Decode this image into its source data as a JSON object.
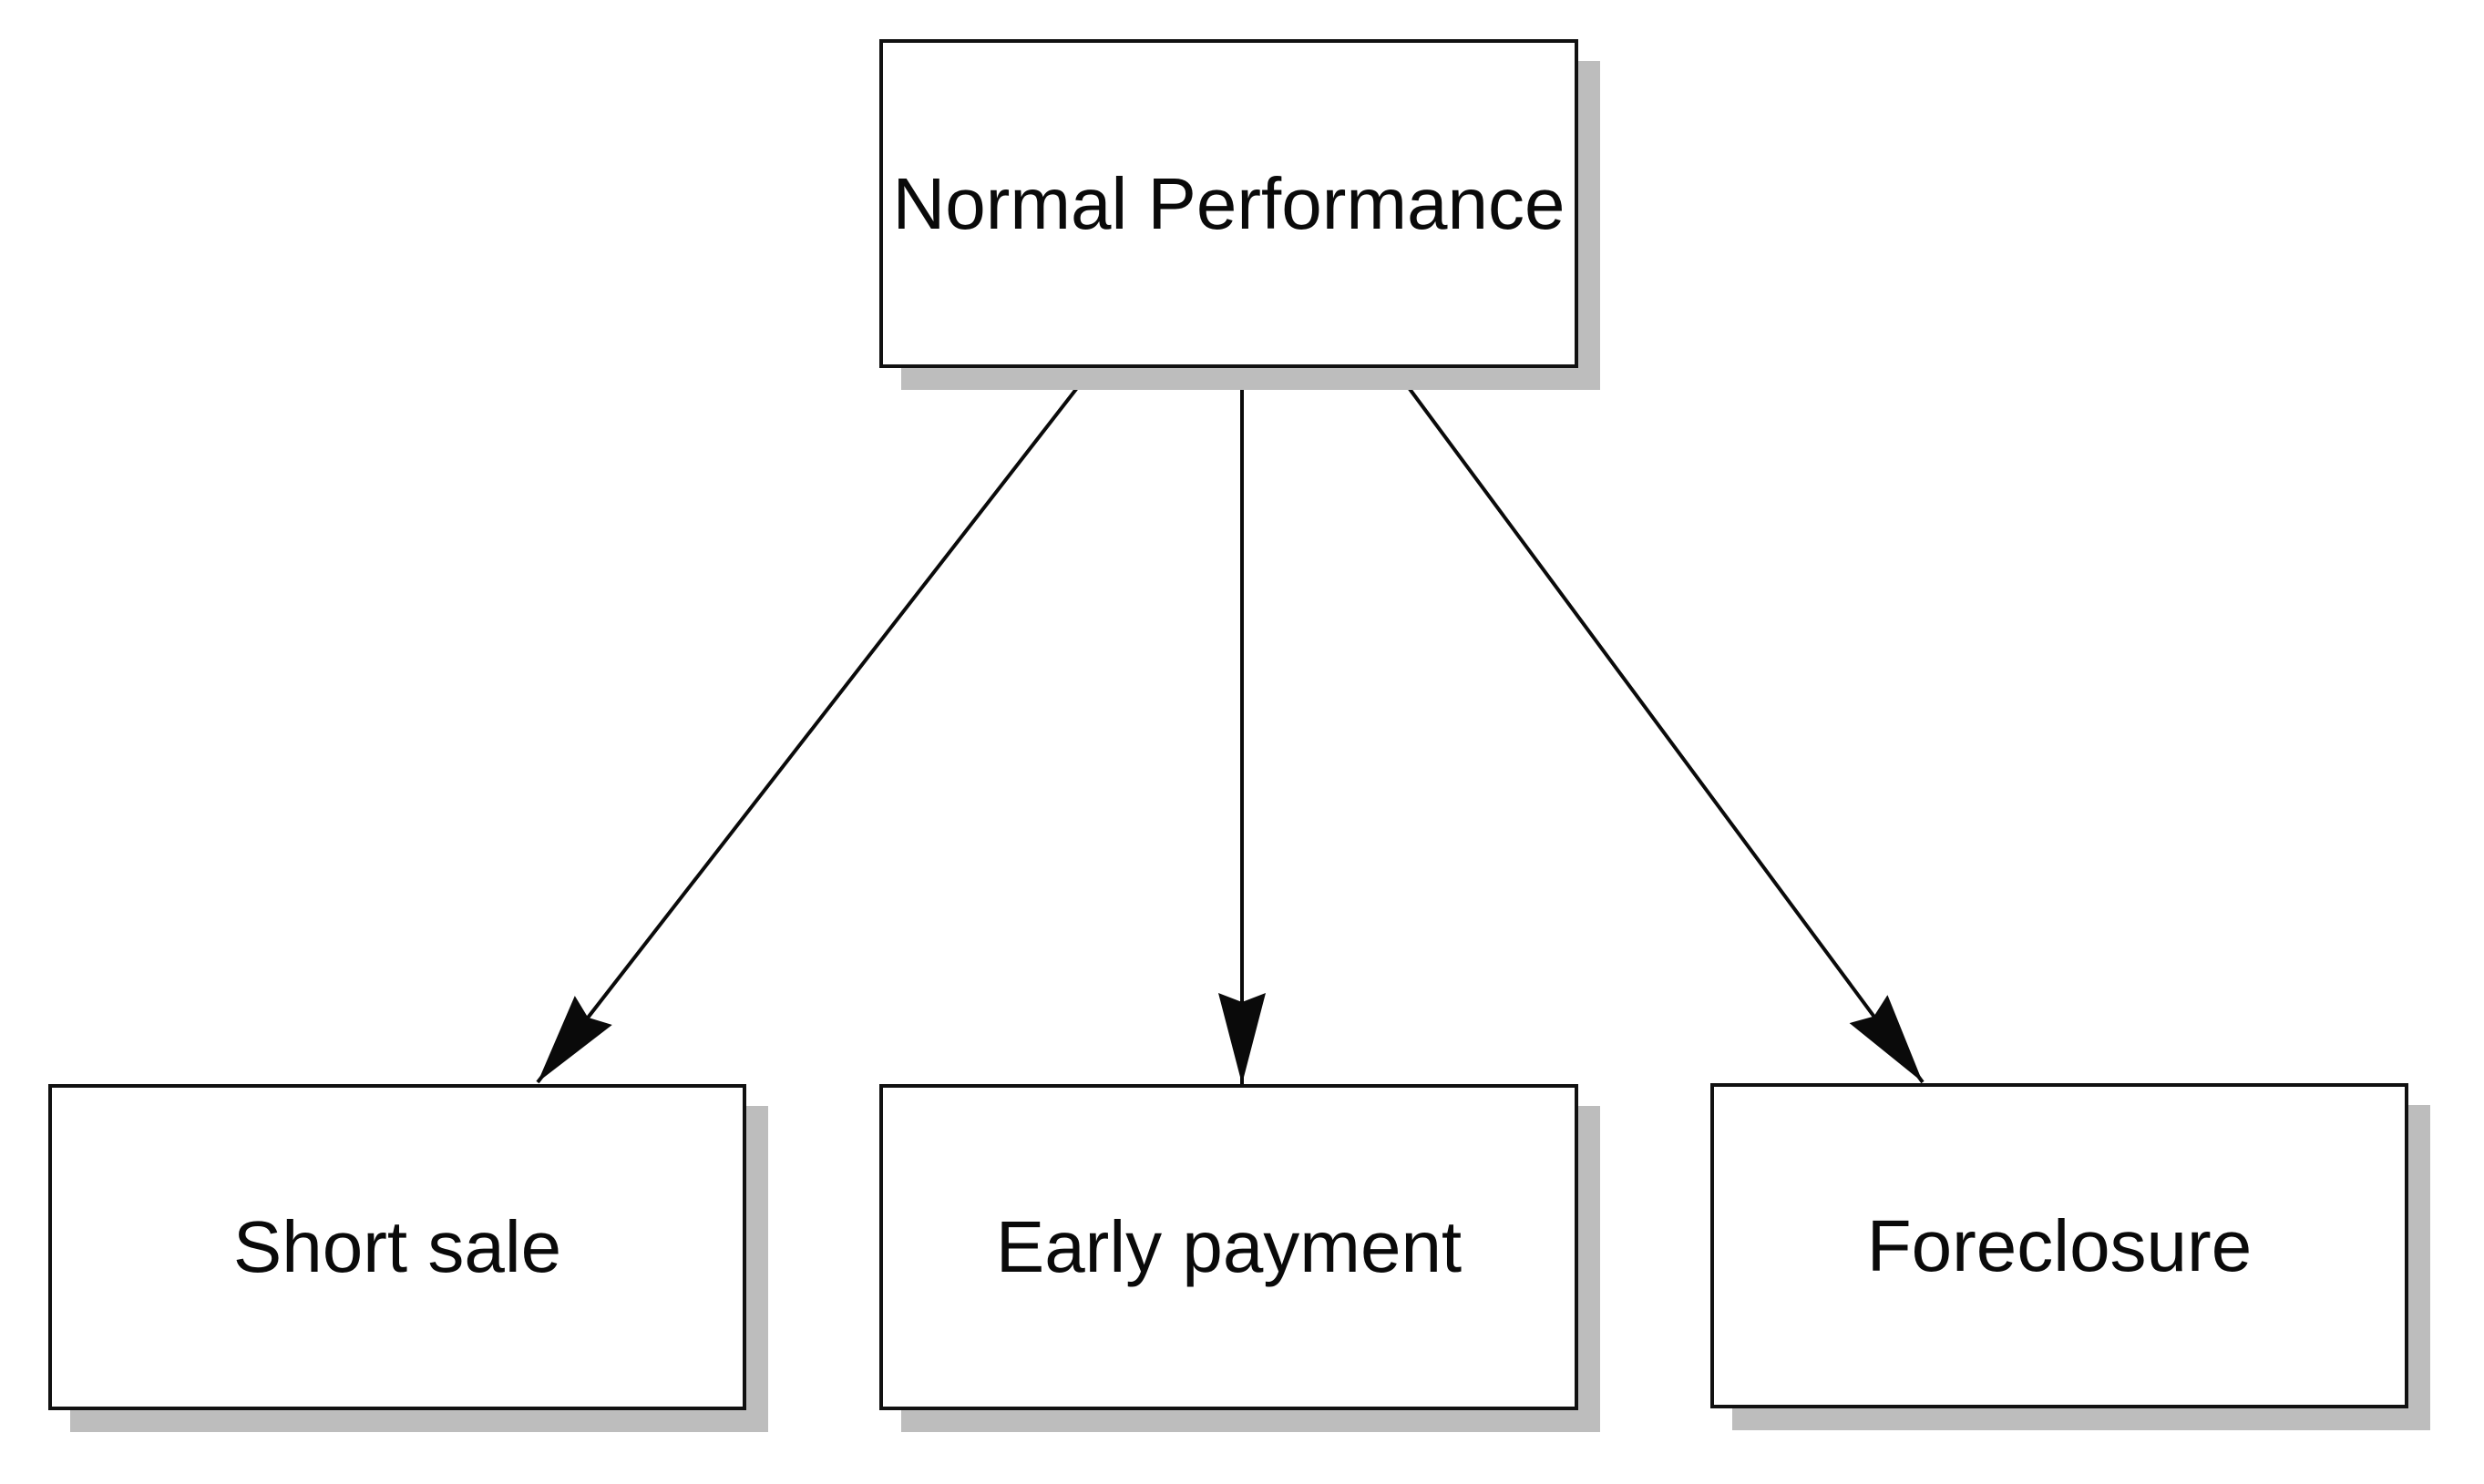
{
  "diagram": {
    "type": "flowchart",
    "nodes": [
      {
        "id": "normal-performance",
        "label": "Normal Performance"
      },
      {
        "id": "short-sale",
        "label": "Short sale"
      },
      {
        "id": "early-payment",
        "label": "Early payment"
      },
      {
        "id": "foreclosure",
        "label": "Foreclosure"
      }
    ],
    "edges": [
      {
        "from": "Normal Performance",
        "to": "Short sale",
        "style": "arrow"
      },
      {
        "from": "Normal Performance",
        "to": "Early payment",
        "style": "arrow"
      },
      {
        "from": "Normal Performance",
        "to": "Foreclosure",
        "style": "arrow"
      }
    ],
    "colors": {
      "background": "#ffffff",
      "node_fill": "#ffffff",
      "node_border": "#111111",
      "shadow": "#bdbdbd",
      "arrow": "#0a0a0a",
      "text": "#0a0a0a"
    }
  }
}
